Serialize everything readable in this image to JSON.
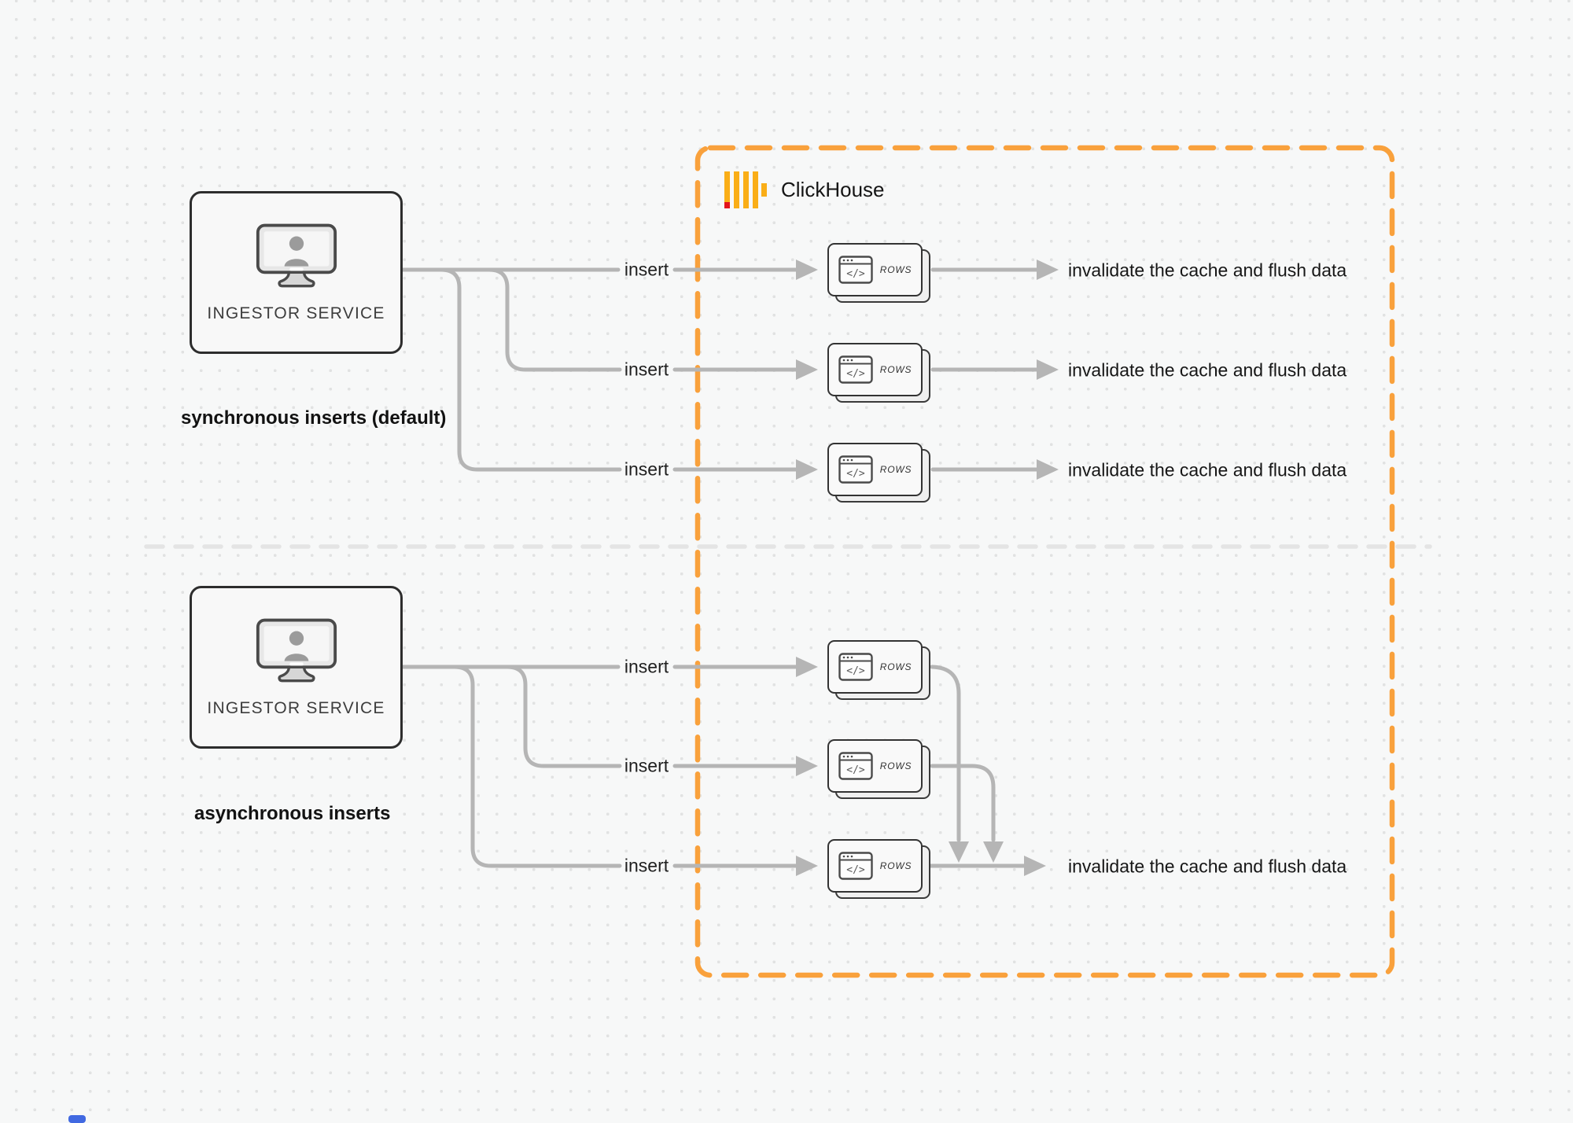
{
  "clickhouse": {
    "title": "ClickHouse"
  },
  "sections": {
    "sync": {
      "heading": "synchronous inserts (default)",
      "service_label": "INGESTOR SERVICE"
    },
    "async": {
      "heading": "asynchronous inserts",
      "service_label": "INGESTOR SERVICE"
    }
  },
  "labels": {
    "insert": "insert",
    "invalidate": "invalidate the cache and flush data",
    "rows": "ROWS"
  },
  "colors": {
    "accent_orange": "#F9A13C",
    "logo_yellow": "#FAAE17",
    "logo_red": "#E3131B",
    "connector_gray": "#B5B5B5",
    "node_border_dark": "#2D2D2D",
    "divider_gray": "#E4E4E4",
    "background": "#F7F8F8",
    "marker_blue": "#4169E1"
  }
}
